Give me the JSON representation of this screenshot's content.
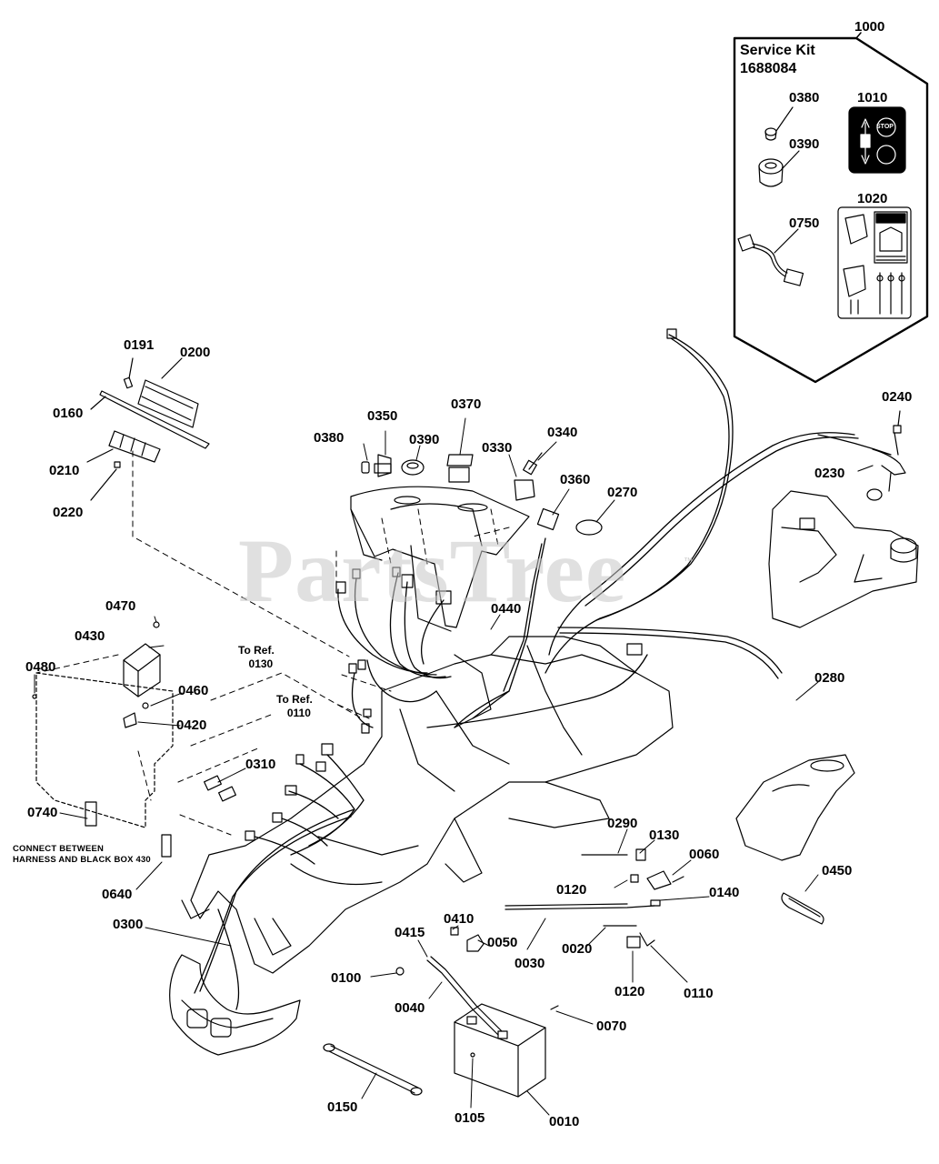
{
  "watermark": "PartsTree",
  "watermark_tm": "™",
  "service_kit": {
    "callout": "1000",
    "title": "Service Kit",
    "number": "1688084",
    "labels": {
      "p0380": "0380",
      "p0390": "0390",
      "p0750": "0750",
      "p1010": "1010",
      "p1020": "1020"
    },
    "decal_stop": "STOP"
  },
  "refs": {
    "ref0130": {
      "line1": "To Ref.",
      "line2": "0130"
    },
    "ref0110": {
      "line1": "To Ref.",
      "line2": "0110"
    }
  },
  "note": {
    "line1": "CONNECT  BETWEEN",
    "line2": "HARNESS AND BLACK BOX 430"
  },
  "parts": {
    "p0191": "0191",
    "p0200": "0200",
    "p0160": "0160",
    "p0210": "0210",
    "p0220": "0220",
    "p0380": "0380",
    "p0350": "0350",
    "p0390": "0390",
    "p0370": "0370",
    "p0330": "0330",
    "p0340": "0340",
    "p0360": "0360",
    "p0270": "0270",
    "p0240": "0240",
    "p0230": "0230",
    "p0470": "0470",
    "p0430": "0430",
    "p0480": "0480",
    "p0460": "0460",
    "p0420": "0420",
    "p0440": "0440",
    "p0280": "0280",
    "p0310": "0310",
    "p0740": "0740",
    "p0640": "0640",
    "p0300": "0300",
    "p0290": "0290",
    "p0130": "0130",
    "p0060": "0060",
    "p0120a": "0120",
    "p0140": "0140",
    "p0450": "0450",
    "p0410": "0410",
    "p0415": "0415",
    "p0050": "0050",
    "p0030": "0030",
    "p0020": "0020",
    "p0100": "0100",
    "p0040": "0040",
    "p0120b": "0120",
    "p0110": "0110",
    "p0070": "0070",
    "p0150": "0150",
    "p0105": "0105",
    "p0010": "0010"
  }
}
